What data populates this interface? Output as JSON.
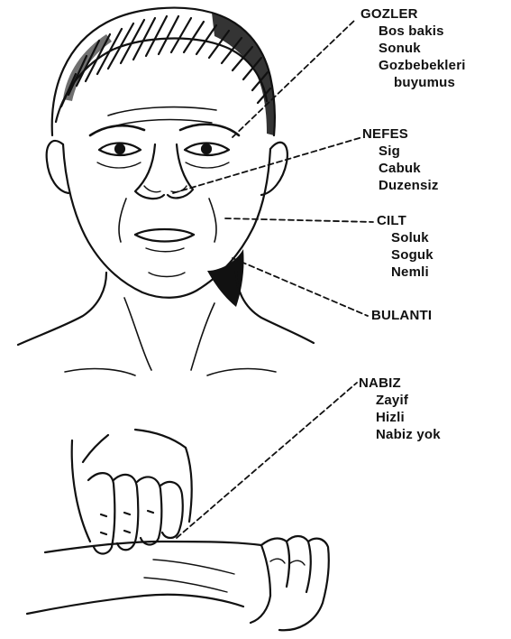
{
  "labels": {
    "eyes": {
      "title": "GOZLER",
      "items": [
        "Bos bakis",
        "Sonuk",
        "Gozbebekleri",
        "buyumus"
      ]
    },
    "breath": {
      "title": "NEFES",
      "items": [
        "Sig",
        "Cabuk",
        "Duzensiz"
      ]
    },
    "skin": {
      "title": "CILT",
      "items": [
        "Soluk",
        "Soguk",
        "Nemli"
      ]
    },
    "nausea": {
      "title": "BULANTI"
    },
    "pulse": {
      "title": "NABIZ",
      "items": [
        "Zayif",
        "Hizli",
        "Nabiz yok"
      ]
    }
  },
  "colors": {
    "ink": "#111111",
    "background": "#ffffff"
  }
}
